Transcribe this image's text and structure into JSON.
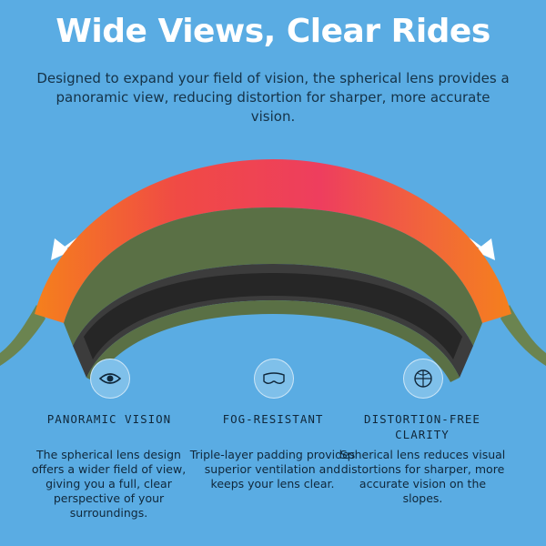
{
  "header": {
    "title": "Wide Views, Clear Rides",
    "subtitle": "Designed to expand your field of vision, the spherical lens provides a panoramic view, reducing distortion for sharper, more accurate vision."
  },
  "colors": {
    "background": "#5aace3",
    "lens_top": "#ee3e5e",
    "lens_side": "#f47b1f",
    "frame": "#5a7045",
    "foam": "#3c3c3c",
    "text_dark": "#10273a"
  },
  "features": [
    {
      "icon": "eye-icon",
      "heading": "PANORAMIC VISION",
      "description": "The spherical lens design offers a wider field of view, giving you a full, clear perspective of your surroundings."
    },
    {
      "icon": "goggle-icon",
      "heading": "FOG-RESISTANT",
      "description": "Triple-layer padding provides superior ventilation and keeps your lens clear."
    },
    {
      "icon": "globe-icon",
      "heading": "DISTORTION-FREE CLARITY",
      "description": "Spherical lens reduces visual distortions for sharper, more accurate vision on the slopes."
    }
  ]
}
